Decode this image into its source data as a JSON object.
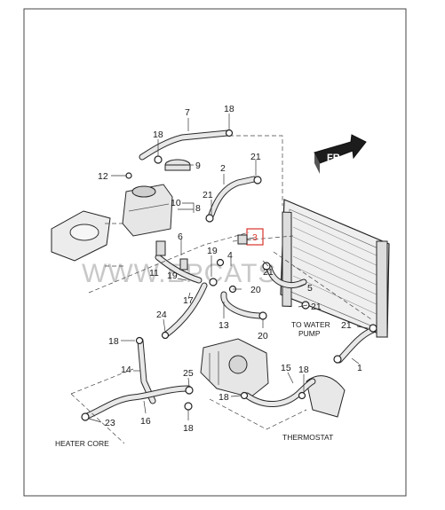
{
  "watermark": "WWW.EPCATS.RU",
  "direction_badge": "FR",
  "part_numbers": {
    "p7": "7",
    "p18a": "18",
    "p18b": "18",
    "p9": "9",
    "p12": "12",
    "p2": "2",
    "p21a": "21",
    "p21b": "21",
    "p10": "10",
    "p8": "8",
    "p3": "3",
    "p6": "6",
    "p4": "4",
    "p19a": "19",
    "p19b": "19",
    "p11": "11",
    "p21c": "21",
    "p20a": "20",
    "p5": "5",
    "p21d": "21",
    "p17": "17",
    "p24": "24",
    "p18c": "18",
    "p13": "13",
    "p20b": "20",
    "p21e": "21",
    "p1": "1",
    "p14": "14",
    "p25": "25",
    "p15": "15",
    "p18d": "18",
    "p18e": "18",
    "p16": "16",
    "p23": "23",
    "p18f": "18"
  },
  "captions": {
    "to_water_pump_line1": "TO WATER",
    "to_water_pump_line2": "PUMP",
    "thermostat": "THERMOSTAT",
    "heater_core": "HEATER CORE"
  },
  "highlight_color": "#d9342b"
}
